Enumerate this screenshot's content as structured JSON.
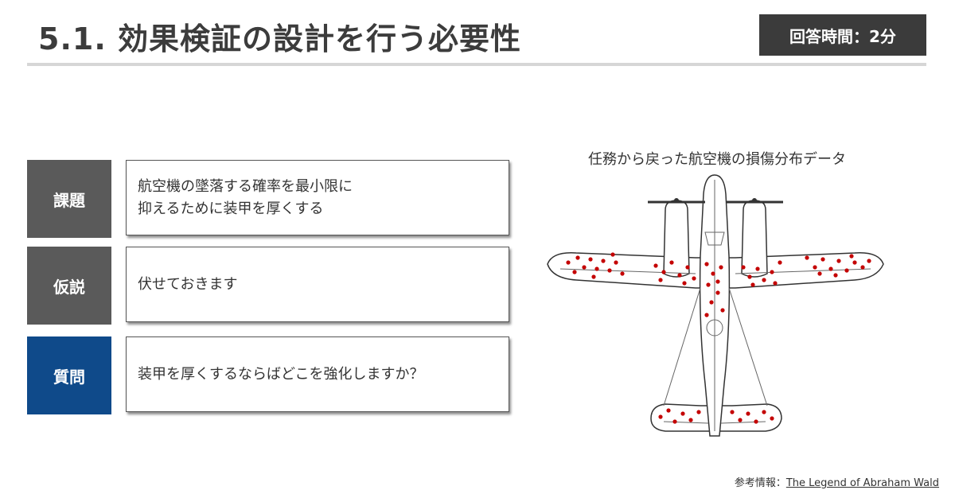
{
  "header": {
    "title": "5.1. 効果検証の設計を行う必要性",
    "timer": "回答時間：2分"
  },
  "rows": [
    {
      "label": "課題",
      "lines": [
        "航空機の墜落する確率を最小限に",
        "抑えるために装甲を厚くする"
      ]
    },
    {
      "label": "仮説",
      "lines": [
        "伏せておきます"
      ]
    },
    {
      "label": "質問",
      "lines": [
        "装甲を厚くするならばどこを強化しますか？"
      ]
    }
  ],
  "figure": {
    "caption": "任務から戻った航空機の損傷分布データ"
  },
  "reference": {
    "prefix": "参考情報：",
    "link_text": "The Legend of Abraham Wald"
  },
  "colors": {
    "label_dark": "#5a5a5a",
    "label_blue": "#0f4a8a",
    "damage_dot": "#c40000",
    "timer_bg": "#3b3b3b"
  }
}
